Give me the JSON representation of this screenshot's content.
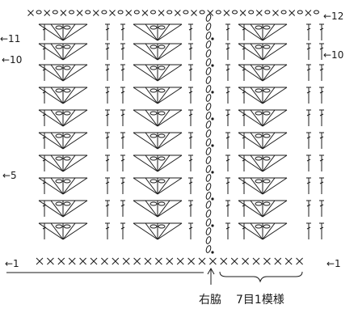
{
  "row_labels_left": [
    "←11",
    "←10",
    "←5",
    "←1"
  ],
  "row_labels_right": [
    "←12",
    "←10",
    "←1"
  ],
  "caption": {
    "side": "右脇",
    "repeat": "7目1模様"
  },
  "diagram": {
    "rows": 12,
    "base_row_symbol": "single-crochet",
    "base_stitch_count": 25,
    "panels": 3,
    "ink_color": "#1a1a1a",
    "symbols": [
      "single-crochet",
      "chain",
      "double-crochet",
      "chain-loop",
      "slip-stitch",
      "fan"
    ]
  }
}
